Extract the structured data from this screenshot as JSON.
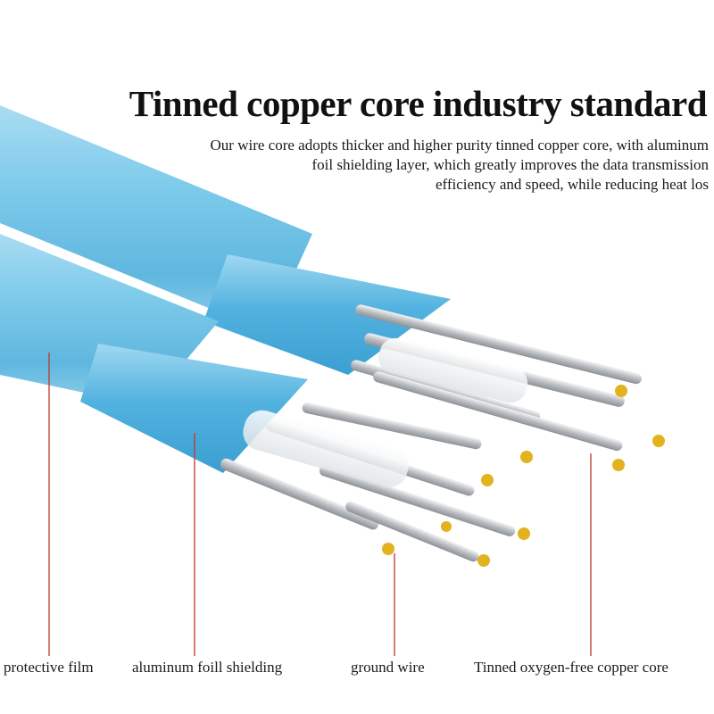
{
  "heading": {
    "title": "Tinned copper core industry standard",
    "description_lines": [
      "Our wire core adopts thicker and higher purity tinned copper core, with aluminum",
      "foil shielding layer, which greatly improves the data transmission",
      "efficiency and speed, while reducing heat los"
    ]
  },
  "labels": {
    "protective_film": "protective film",
    "aluminum_foil": "aluminum foill shielding",
    "ground_wire": "ground wire",
    "copper_core": "Tinned oxygen-free copper core"
  },
  "colors": {
    "cable_blue": "#6fc3e6",
    "foil_blue": "#4fb3e0",
    "callout_line": "#c0392b",
    "wire_tip": "#e2b21f",
    "wire_silver": "#c9ccd0"
  }
}
